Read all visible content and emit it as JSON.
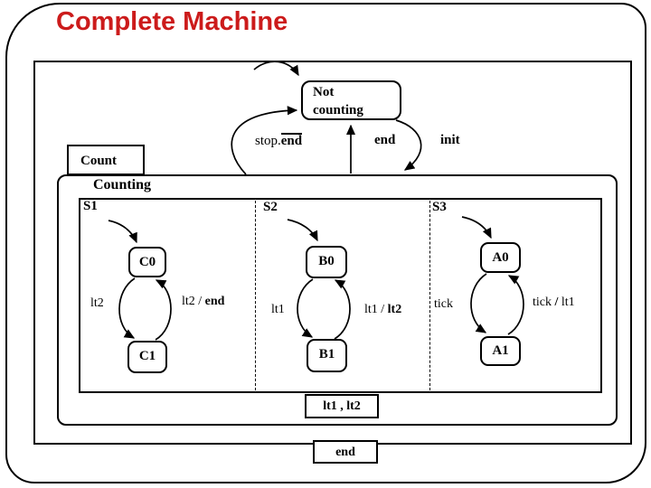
{
  "slide": {
    "title": "Complete Machine"
  },
  "colors": {
    "title": "#cc1b1b",
    "line": "#000000",
    "background": "#ffffff"
  },
  "top_state": {
    "line1": "Not",
    "line2": "counting"
  },
  "frame": {
    "tab": "Count",
    "state": "Counting"
  },
  "outer_transitions": {
    "stop_end": {
      "parts": [
        {
          "t": "stop.",
          "b": false
        },
        {
          "t": "end",
          "b": true,
          "o": true
        }
      ]
    },
    "end_up": {
      "parts": [
        {
          "t": "end",
          "b": true
        }
      ]
    },
    "init": {
      "parts": [
        {
          "t": "init",
          "b": true
        }
      ]
    }
  },
  "regions": [
    {
      "label": "S1",
      "top_state": "C0",
      "bottom_state": "C1",
      "down": {
        "parts": [
          {
            "t": "lt2",
            "b": false
          }
        ]
      },
      "up": {
        "parts": [
          {
            "t": "lt2 / ",
            "b": false
          },
          {
            "t": "end",
            "b": true
          }
        ]
      }
    },
    {
      "label": "S2",
      "top_state": "B0",
      "bottom_state": "B1",
      "down": {
        "parts": [
          {
            "t": "lt1",
            "b": false
          }
        ]
      },
      "up": {
        "parts": [
          {
            "t": "lt1 / ",
            "b": false
          },
          {
            "t": "lt2",
            "b": true
          }
        ]
      }
    },
    {
      "label": "S3",
      "top_state": "A0",
      "bottom_state": "A1",
      "down": {
        "parts": [
          {
            "t": "tick",
            "b": false
          }
        ]
      },
      "up": {
        "parts": [
          {
            "t": "tick ",
            "b": false
          },
          {
            "t": "/ ",
            "b": true
          },
          {
            "t": "lt1",
            "b": false
          }
        ]
      }
    }
  ],
  "boundary_labels": {
    "inner": "lt1 , lt2",
    "outer": "end"
  }
}
